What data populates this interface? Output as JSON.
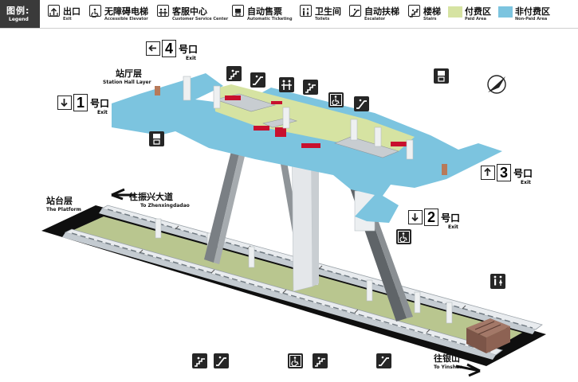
{
  "legend": {
    "title_zh": "图例:",
    "title_en": "Legend",
    "items": [
      {
        "zh": "出口",
        "en": "Exit",
        "icon": "exit-icon"
      },
      {
        "zh": "无障碍电梯",
        "en": "Accessible Elevator",
        "icon": "accessible-elevator-icon"
      },
      {
        "zh": "客服中心",
        "en": "Customer Service Center",
        "icon": "customer-service-icon"
      },
      {
        "zh": "自动售票",
        "en": "Automatic Ticketing",
        "icon": "ticket-machine-icon"
      },
      {
        "zh": "卫生间",
        "en": "Toilets",
        "icon": "toilets-icon"
      },
      {
        "zh": "自动扶梯",
        "en": "Escalator",
        "icon": "escalator-icon"
      },
      {
        "zh": "楼梯",
        "en": "Stairs",
        "icon": "stairs-icon"
      },
      {
        "zh": "付费区",
        "en": "Paid Area",
        "icon": "paid-area-swatch"
      },
      {
        "zh": "非付费区",
        "en": "Non-Paid Area",
        "icon": "non-paid-area-swatch"
      }
    ]
  },
  "levels": {
    "hall": {
      "zh": "站厅层",
      "en": "Station Hall Layer"
    },
    "platform": {
      "zh": "站台层",
      "en": "The Platform"
    }
  },
  "exits": [
    {
      "num": "4",
      "zh": "号口",
      "en": "Exit"
    },
    {
      "num": "1",
      "zh": "号口",
      "en": "Exit"
    },
    {
      "num": "3",
      "zh": "号口",
      "en": "Exit"
    },
    {
      "num": "2",
      "zh": "号口",
      "en": "Exit"
    }
  ],
  "directions": {
    "west": {
      "zh": "往振兴大道",
      "en": "To Zhenxingdadao"
    },
    "east": {
      "zh": "往银山",
      "en": "To Yinshan"
    }
  },
  "colors": {
    "paid_area": "#d6e3a2",
    "non_paid_area": "#7cc4df",
    "platform_floor": "#c7d49c",
    "track_bed": "#111111",
    "sign_bg": "#262626",
    "fare_gate": "#c8102e"
  }
}
